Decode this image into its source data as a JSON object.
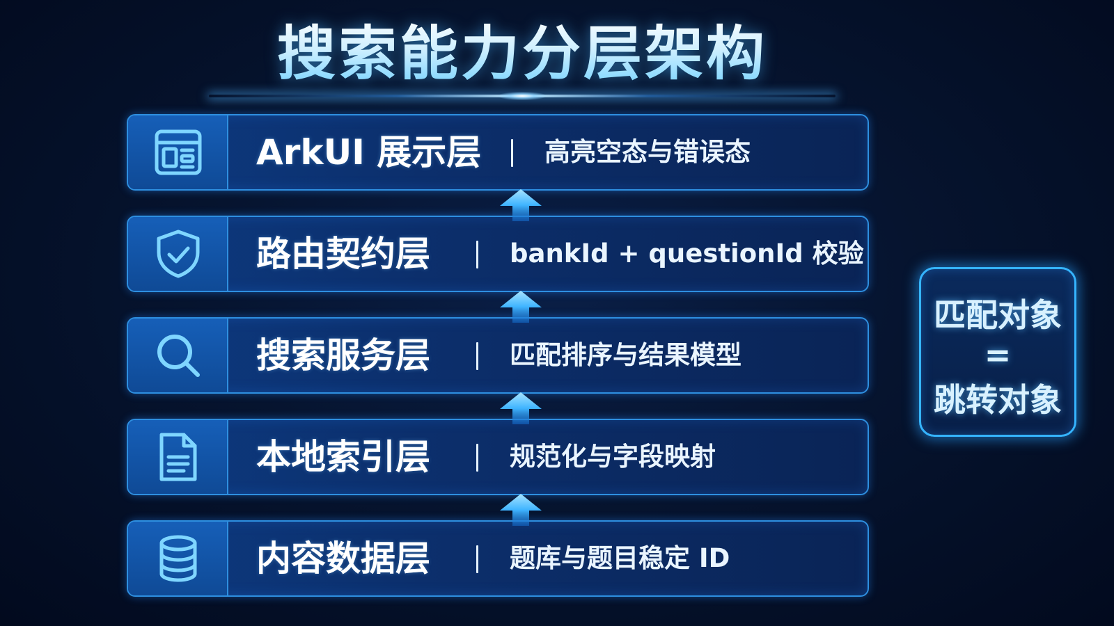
{
  "title": "搜索能力分层架构",
  "layers": [
    {
      "icon": "layout-window-icon",
      "name": "ArkUI 展示层",
      "separator": "|",
      "desc": "高亮空态与错误态"
    },
    {
      "icon": "shield-check-icon",
      "name": "路由契约层",
      "separator": "|",
      "desc": "bankId + questionId 校验"
    },
    {
      "icon": "search-icon",
      "name": "搜索服务层",
      "separator": "|",
      "desc": "匹配排序与结果模型"
    },
    {
      "icon": "document-icon",
      "name": "本地索引层",
      "separator": "|",
      "desc": "规范化与字段映射"
    },
    {
      "icon": "database-icon",
      "name": "内容数据层",
      "separator": "|",
      "desc": "题库与题目稳定 ID"
    }
  ],
  "side_note": {
    "line1": "匹配对象",
    "line2": "=",
    "line3": "跳转对象"
  },
  "colors": {
    "background": "#030d24",
    "layer_fill": "#0c2f6c",
    "layer_border": "#2e8fe0",
    "icon_box_fill": "#165fb8",
    "arrow": "#3fb4ff",
    "accent_glow": "#35b4ff",
    "text": "#ffffff"
  }
}
